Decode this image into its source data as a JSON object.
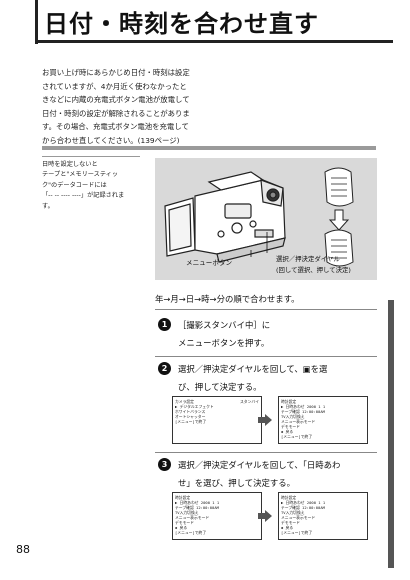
{
  "page": {
    "title": "日付・時刻を合わせ直す",
    "page_number": "88"
  },
  "intro": {
    "lines": [
      "お買い上げ時にあらかじめ日付・時刻は設定",
      "されていますが、4か月近く使わなかったと",
      "きなどに内蔵の充電式ボタン電池が放電して",
      "日付・時刻の設定が解除されることがありま",
      "す。その場合、充電式ボタン電池を充電して",
      "から合わせ直してください。(139ページ)"
    ]
  },
  "sidenote": {
    "lines": [
      "日時を設定しないと",
      "テープと\"メモリースティッ",
      "ク\"のデータコードには",
      "「-- -- ---- ----」が記録されま",
      "す。"
    ]
  },
  "illustration": {
    "menu_button_label": "メニューボタン",
    "dial_label_line1": "選択／押決定ダイヤル",
    "dial_label_line2": "(回して選択、押して決定)"
  },
  "sequence": "年→月→日→時→分の順で合わせます。",
  "steps": [
    {
      "num": "1",
      "lines": [
        "［撮影スタンバイ中］に",
        "メニューボタンを押す。"
      ]
    },
    {
      "num": "2",
      "lines": [
        "選択／押決定ダイヤルを回して、▣を選",
        "び、押して決定する。"
      ],
      "screen_a": [
        "カメラ設定",
        "▶ デジタルエフェクト",
        "  ホワイトバランス",
        "  オートシャッター",
        "",
        "",
        "",
        "[メニュー]で終了"
      ],
      "screen_a_corner": "スタンバイ",
      "screen_b": [
        "時計設定",
        "▶ 日時あわせ   2000 1 1",
        "  テープ確認    12:00:00AM",
        "  TV入力切換え",
        "  メニュー表示モード",
        "  デモモード",
        "  ◆ 戻る",
        "[メニュー]で終了"
      ]
    },
    {
      "num": "3",
      "lines": [
        "選択／押決定ダイヤルを回して、「日時あわ",
        "せ」を選び、押して決定する。"
      ],
      "screen_a": [
        "時計設定",
        "▶ 日時あわせ   2000 1 1",
        "  テープ確認    12:00:00AM",
        "  TV入力切換え",
        "  メニュー表示モード",
        "  デモモード",
        "  ◆ 戻る",
        "[メニュー]で終了"
      ],
      "screen_b": [
        "時計設定",
        "▶ 日時あわせ   2000 1 1",
        "  テープ確認    12:00:00AM",
        "  TV入力切換え",
        "  メニュー表示モード",
        "  デモモード",
        "  ◆ 戻る",
        "[メニュー]で終了"
      ]
    }
  ]
}
